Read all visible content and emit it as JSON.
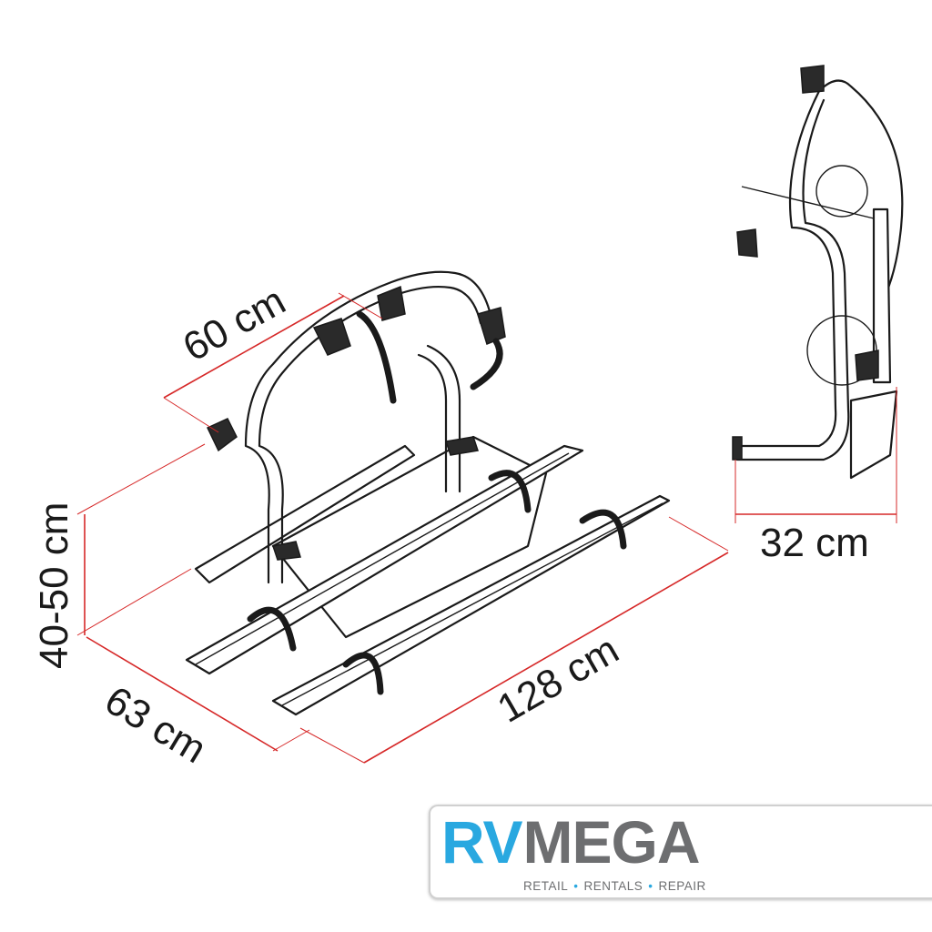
{
  "dimensions": {
    "width_top": "60 cm",
    "height": "40-50 cm",
    "depth": "63 cm",
    "length": "128 cm",
    "folded_depth": "32 cm"
  },
  "logo": {
    "rv": "RV",
    "mega": "MEGA",
    "tagline": [
      "RETAIL",
      "RENTALS",
      "REPAIR"
    ],
    "colors": {
      "blue": "#29a8e0",
      "gray": "#6d6e70"
    }
  },
  "colors": {
    "dimension_line": "#d62828"
  }
}
